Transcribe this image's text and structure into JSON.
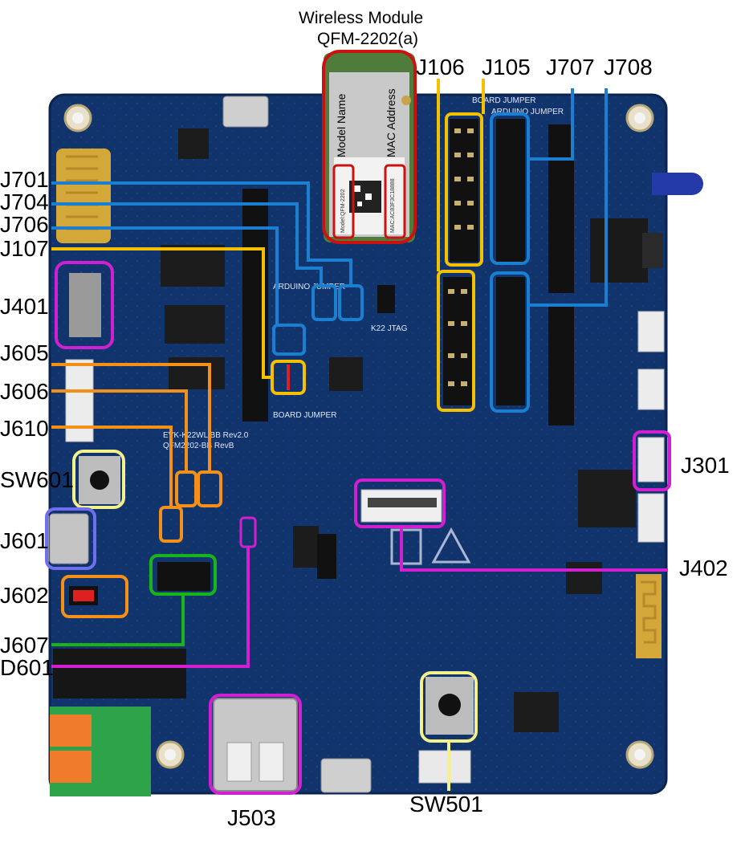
{
  "module": {
    "title": "Wireless Module",
    "part": "QFM-2202(a)",
    "model_name": "Model Name",
    "mac_address": "MAC Address",
    "model_sticker": "Model:QFM-2202",
    "mac_sticker": "MAC:AC83F3C18888"
  },
  "labels": {
    "j106": "J106",
    "j105": "J105",
    "j707": "J707",
    "j708": "J708",
    "j701": "J701",
    "j704": "J704",
    "j706": "J706",
    "j107": "J107",
    "j401": "J401",
    "j605": "J605",
    "j606": "J606",
    "j610": "J610",
    "sw601": "SW601",
    "j601": "J601",
    "j602": "J602",
    "j607": "J607",
    "d601": "D601",
    "j503": "J503",
    "sw501": "SW501",
    "j301": "J301",
    "j402": "J402"
  },
  "silkscreen": {
    "board_jumper": "BOARD JUMPER",
    "arduino_jumper": "ARDUINO JUMPER",
    "k22_jtag": "K22 JTAG",
    "board_rev": "EVK-K22WL BB Rev2.0",
    "board_name": "QFM2202-BB RevB"
  },
  "colors": {
    "yellow": "#f5c000",
    "blue": "#1a7fd0",
    "orange": "#f39017",
    "magenta": "#d11fd1",
    "green": "#18b418",
    "red": "#cc1111",
    "periwinkle": "#6f6ff0",
    "pale_yellow": "#f4f08a",
    "board": "#0e2f66"
  }
}
